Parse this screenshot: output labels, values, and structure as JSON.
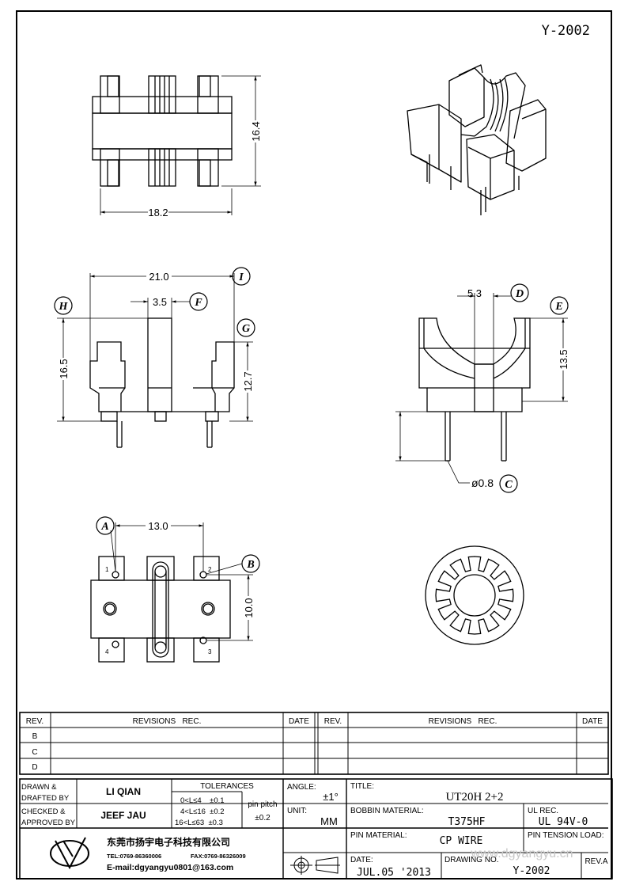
{
  "header": {
    "drawing_code": "Y-2002"
  },
  "dimensions": {
    "top_width": "18.2",
    "top_height": "16.4",
    "front_width": "21.0",
    "front_inner": "3.5",
    "front_height": "16.5",
    "front_body_height": "12.7",
    "side_width": "5.3",
    "side_height": "13.5",
    "pin_diameter": "ø0.8",
    "bottom_width": "13.0",
    "bottom_height": "10.0"
  },
  "callouts": {
    "A": "A",
    "B": "B",
    "C": "C",
    "D": "D",
    "E": "E",
    "F": "F",
    "G": "G",
    "H": "H",
    "I": "I"
  },
  "pin_numbers": [
    "1",
    "2",
    "3",
    "4"
  ],
  "revisions": {
    "headers": {
      "rev": "REV.",
      "revisions": "REVISIONS   REC.",
      "date": "DATE"
    },
    "rows": [
      "B",
      "C",
      "D"
    ]
  },
  "title_block": {
    "drawn_label_1": "DRAWN &",
    "drawn_label_2": "DRAFTED BY",
    "drawn_by": "LI QIAN",
    "checked_label_1": "CHECKED &",
    "checked_label_2": "APPROVED BY",
    "checked_by": "JEEF JAU",
    "tolerances_label": "TOLERANCES",
    "tol_1": "0<L≤4    ±0.1",
    "tol_2": "4<L≤16  ±0.2",
    "tol_3": "16<L≤63  ±0.3",
    "pin_pitch_label": "pin pitch",
    "pin_pitch_value": "±0.2",
    "angle_label": "ANGLE:",
    "angle_value": "±1°",
    "unit_label": "UNIT:",
    "unit_value": "MM",
    "title_label": "TITLE:",
    "title_value": "UT20H 2+2",
    "bobbin_label": "BOBBIN MATERIAL:",
    "bobbin_value": "T375HF",
    "ul_label": "UL REC.",
    "ul_value": "UL 94V-0",
    "pin_material_label": "PIN MATERIAL:",
    "pin_material_value": "CP WIRE",
    "pin_tension_label": "PIN TENSION LOAD:",
    "date_label": "DATE:",
    "date_value": "JUL.05 '2013",
    "drawing_no_label": "DRAWING NO.",
    "drawing_no_value": "Y-2002",
    "rev_label": "REV.A",
    "company_name": "东莞市扬宇电子科技有限公司",
    "company_tel": "TEL:0769-86360006",
    "company_fax": "FAX:0769-86326009",
    "company_email": "E-mail:dgyangyu0801@163.com",
    "watermark": "www.dgyangyu.cn"
  },
  "colors": {
    "line": "#000000",
    "background": "#ffffff",
    "watermark": "#c8c8c8"
  }
}
